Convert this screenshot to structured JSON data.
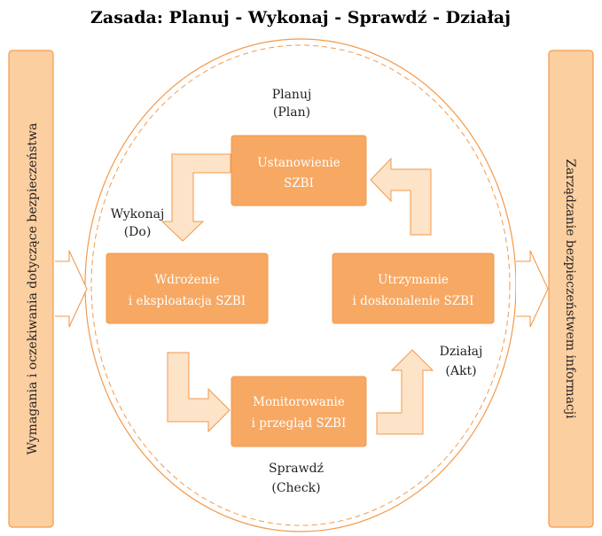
{
  "title": "Zasada: Planuj - Wykonaj - Sprawdź - Działaj",
  "left_bar": "Wymagania i oczekiwania dotyczące bezpieczeństwa",
  "right_bar": "Zarządzanie bezpieczeństwem informacji",
  "phases": {
    "plan": {
      "line1": "Planuj",
      "line2": "(Plan)"
    },
    "do": {
      "line1": "Wykonaj",
      "line2": "(Do)"
    },
    "check": {
      "line1": "Sprawdź",
      "line2": "(Check)"
    },
    "act": {
      "line1": "Działaj",
      "line2": "(Akt)"
    }
  },
  "boxes": {
    "establish": {
      "line1": "Ustanowienie",
      "line2": "SZBI"
    },
    "implement": {
      "line1": "Wdrożenie",
      "line2": "i eksploatacja SZBI"
    },
    "maintain": {
      "line1": "Utrzymanie",
      "line2": "i doskonalenie SZBI"
    },
    "monitor": {
      "line1": "Monitorowanie",
      "line2": "i przegląd SZBI"
    }
  },
  "colors": {
    "box_fill": "#f7a863",
    "bar_fill": "#fbcfa0",
    "arrow_fill": "#fde3c8",
    "outline": "#f29a4c"
  }
}
